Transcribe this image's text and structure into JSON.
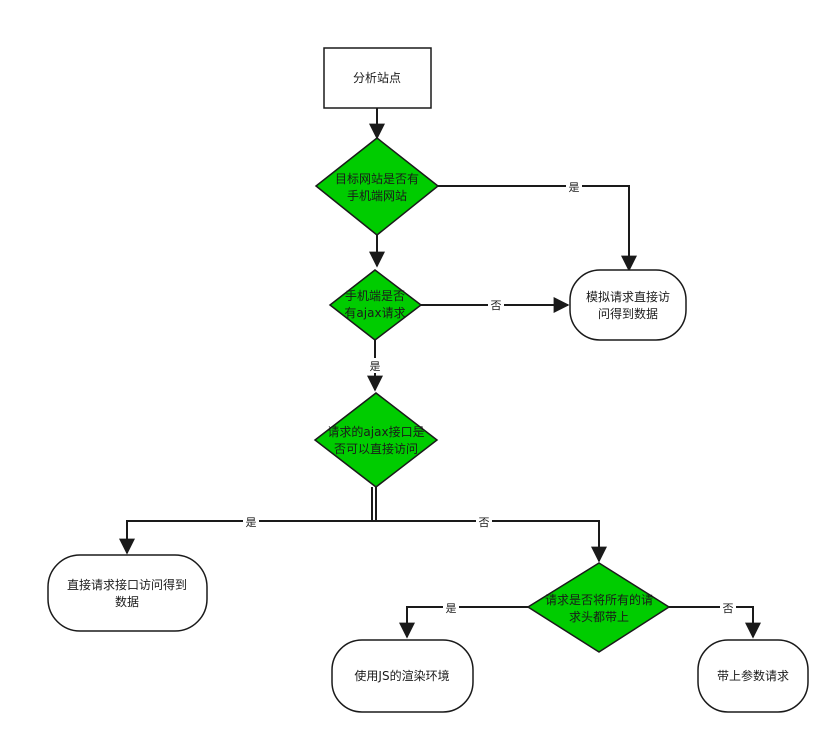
{
  "nodes": {
    "start": [
      "分析站点"
    ],
    "q_mobile_site": [
      "目标网站是否有",
      "手机端网站"
    ],
    "q_mobile_ajax": [
      "手机端是否",
      "有ajax请求"
    ],
    "q_direct_access": [
      "请求的ajax接口是",
      "否可以直接访问"
    ],
    "r_simulate": [
      "模拟请求直接访",
      "问得到数据"
    ],
    "r_direct": [
      "直接请求接口访问得到",
      "数据"
    ],
    "q_headers": [
      "请求是否将所有的请",
      "求头都带上"
    ],
    "r_js_env": [
      "使用JS的渲染环境"
    ],
    "r_params": [
      "带上参数请求"
    ]
  },
  "edge_labels": {
    "mobile_site_yes": "是",
    "mobile_ajax_no": "否",
    "mobile_ajax_yes": "是",
    "direct_yes": "是",
    "direct_no": "否",
    "headers_yes": "是",
    "headers_no": "否"
  },
  "colors": {
    "decision_fill": "#00cc00",
    "stroke": "#1a1a1a",
    "process_fill": "#ffffff"
  }
}
